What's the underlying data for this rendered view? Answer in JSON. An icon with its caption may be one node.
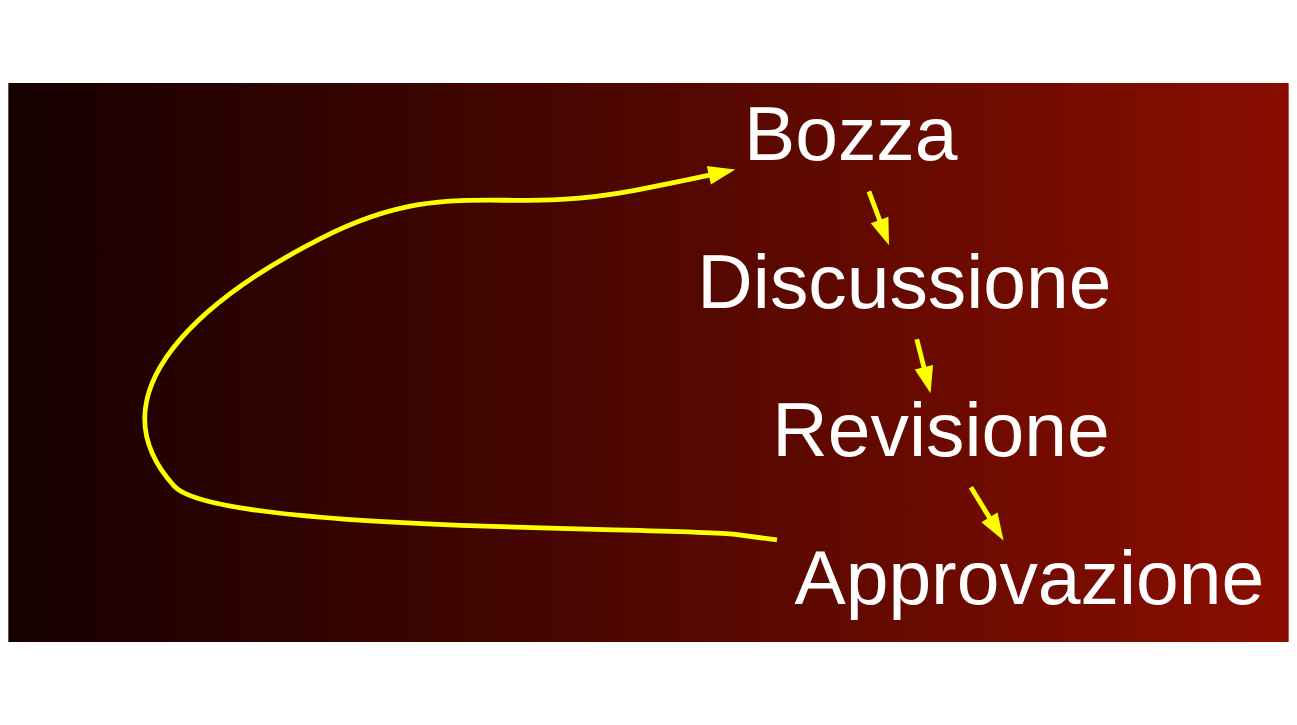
{
  "diagram": {
    "nodes": [
      {
        "text": [
          "Bozza"
        ]
      },
      {
        "text": [
          "Discussione"
        ]
      },
      {
        "text": [
          "Revisione"
        ]
      },
      {
        "text": [
          "Approvazione"
        ]
      }
    ],
    "edges": [
      {
        "from": 0,
        "to": 1,
        "arrow": "to"
      },
      {
        "from": 1,
        "to": 2,
        "arrow": "to"
      },
      {
        "from": 2,
        "to": 3,
        "arrow": "to"
      },
      {
        "from": 3,
        "to": 0,
        "arrow": "to"
      }
    ]
  }
}
